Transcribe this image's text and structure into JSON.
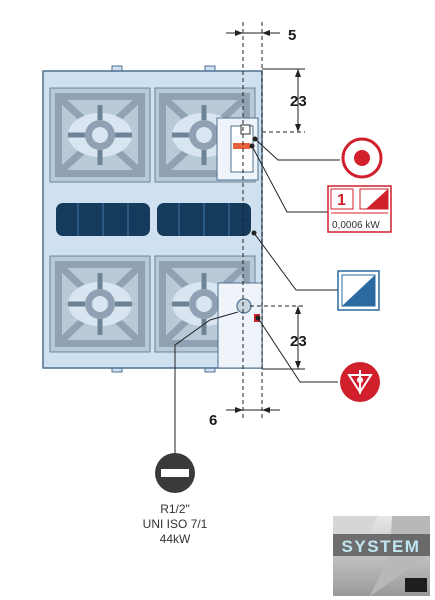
{
  "dimensions": {
    "top_offset": "5",
    "bottom_offset": "6",
    "upper_height": "23",
    "lower_height": "23"
  },
  "gas_rating": {
    "number": "1",
    "value": "0,0006 kW"
  },
  "gas_connection": {
    "thread": "R1/2\"",
    "standard": "UNI ISO 7/1",
    "power": "44kW"
  },
  "logo": {
    "text": "SYSTEM"
  },
  "colors": {
    "panel_fill": "#cfe1f0",
    "panel_stroke": "#4f7190",
    "grate": "#8fa1b2",
    "knob_strip": "#143a5c",
    "red_symbol": "#d0202c",
    "dark_circle": "#3a3a3a",
    "blue_icon": "#2a6aa0"
  },
  "icons": {
    "ignition": "ignition-target-icon",
    "gas_meter": "gas-rating-icon",
    "electrical": "electrical-box-icon",
    "gas_valve": "gas-valve-icon",
    "connection": "gas-connection-icon"
  }
}
